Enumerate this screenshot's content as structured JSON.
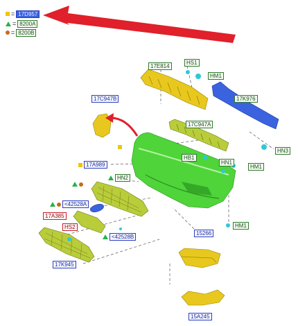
{
  "legend": [
    {
      "symbol": "square",
      "color": "#f2c400",
      "code": "17D957"
    },
    {
      "symbol": "triangle",
      "color": "#26b14a",
      "code": "8200A"
    },
    {
      "symbol": "circle",
      "color": "#c76a19",
      "code": "8200B"
    }
  ],
  "legend_equals": "=",
  "colors": {
    "arrow": "#e0202a",
    "yellow_part": "#e8c81e",
    "green_part": "#4fd43a",
    "lime_part": "#b9cc3a",
    "blue_part": "#3b63e0",
    "cyan_clip": "#2ec9d6",
    "leader_line": "#555555"
  },
  "labels": {
    "l17E814": "17E814",
    "lHS1": "HS1",
    "lHM1a": "HM1",
    "lK976": "17K976",
    "l17C947B": "17C947B",
    "l17C947A": "17C947A",
    "lHN3": "HN3",
    "l17A989": "17A989",
    "lHB1": "HB1",
    "lHN1": "HN1",
    "lHM1b": "HM1",
    "lHN2": "HN2",
    "l42528A": "<42528A",
    "l17A385": "17A385",
    "lHS2": "HS2",
    "l42528B": "<42528B",
    "lHM1c": "HM1",
    "l15266": "15266",
    "l17K945": "17K945",
    "l15A245": "15A245"
  }
}
